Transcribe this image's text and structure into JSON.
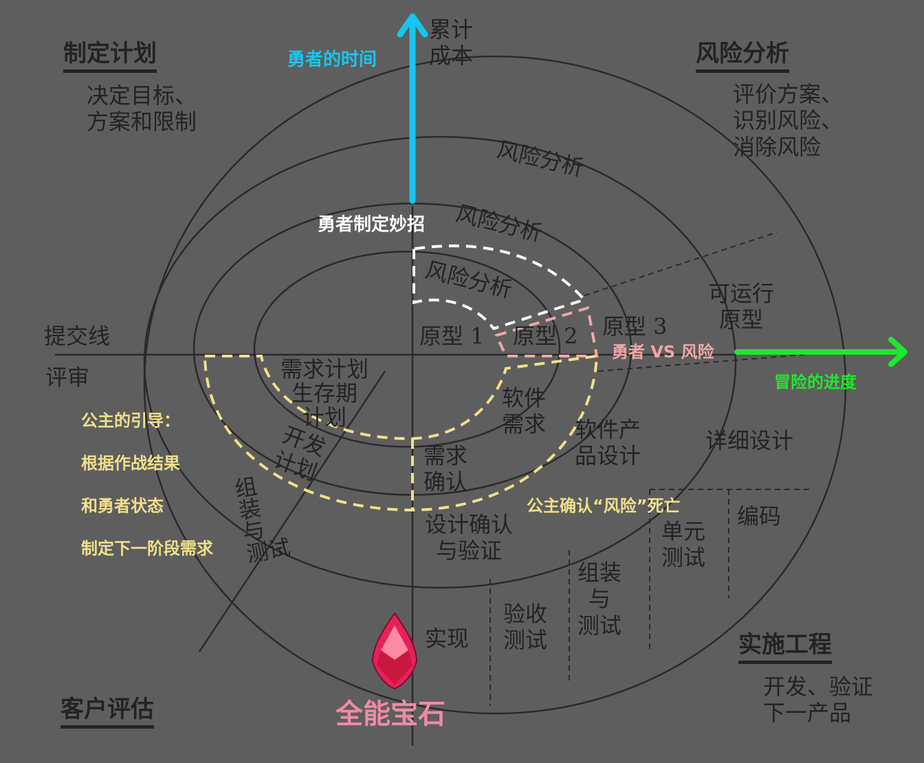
{
  "colors": {
    "background": "#5e5e5e",
    "diagram_ink": "#2a2a2a",
    "time_axis": "#16c6ee",
    "progress_axis": "#1ee82c",
    "annotation_white": "#ffffff",
    "annotation_pink": "#f2a6a6",
    "annotation_yellow": "#efe08a",
    "gem": "#e8205a",
    "gem_label": "#f08aa6"
  },
  "quadrants": {
    "plan": {
      "title": "制定计划",
      "body": "决定目标、\n方案和限制"
    },
    "risk": {
      "title": "风险分析",
      "body": "评价方案、\n识别风险、\n消除风险"
    },
    "customer": {
      "title": "客户评估"
    },
    "engineering": {
      "title": "实施工程",
      "body": "开发、验证\n下一产品"
    }
  },
  "axes": {
    "cumulative_cost": "累计\n成本",
    "commit_line": "提交线",
    "review": "评审"
  },
  "spiral_labels": {
    "risk_outer": "风险分析",
    "risk_mid": "风险分析",
    "risk_inner": "风险分析",
    "proto1": "原型 1",
    "proto2": "原型 2",
    "proto3": "原型 3",
    "runnable_proto": "可运行\n原型",
    "req_plan": "需求计划\n生存期\n计划",
    "dev_plan": "开发\n计划",
    "integ_plan": "组\n装\n与\n测试",
    "software_req": "软件\n需求",
    "req_confirm": "需求\n确认",
    "product_design": "软件产\n品设计",
    "design_verify": "设计确认\n与验证",
    "detail_design": "详细设计",
    "coding": "编码",
    "unit_test": "单元\n测试",
    "integ_test": "组装\n与\n测试",
    "acceptance": "验收\n测试",
    "implement": "实现"
  },
  "annotations": {
    "hero_time": "勇者的时间",
    "hero_plan": "勇者制定妙招",
    "hero_vs_risk": "勇者 VS 风险",
    "adventure_progress": "冒险的进度",
    "princess_guide": [
      "公主的引导：",
      "根据作战结果",
      "和勇者状态",
      "制定下一阶段需求"
    ],
    "princess_confirm": "公主确认“风险”死亡",
    "gem_label": "全能宝石"
  },
  "icons": {
    "up_arrow": "up-arrow-icon",
    "right_arrow": "right-arrow-icon",
    "gem": "gem-icon"
  }
}
